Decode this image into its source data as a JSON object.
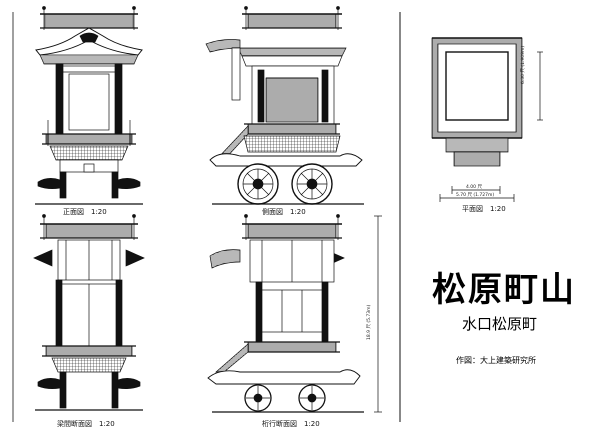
{
  "title": "松原町山",
  "subtitle": "水口松原町",
  "author": "作図：大上建築研究所",
  "views": {
    "front": "正面図　1:20",
    "side": "側面図　1:20",
    "plan": "平面図　1:20",
    "cross": "梁間断面図　1:20",
    "long": "桁行断面図　1:20"
  },
  "dimensions": {
    "plan_width": "4.00 尺",
    "plan_total": "5.70 尺 (1.727m)",
    "plan_depth": "6.30 尺 (1.909m)",
    "height": "18.9 尺 (5.73m)"
  },
  "colors": {
    "line": "#111111",
    "paper": "#ffffff"
  }
}
